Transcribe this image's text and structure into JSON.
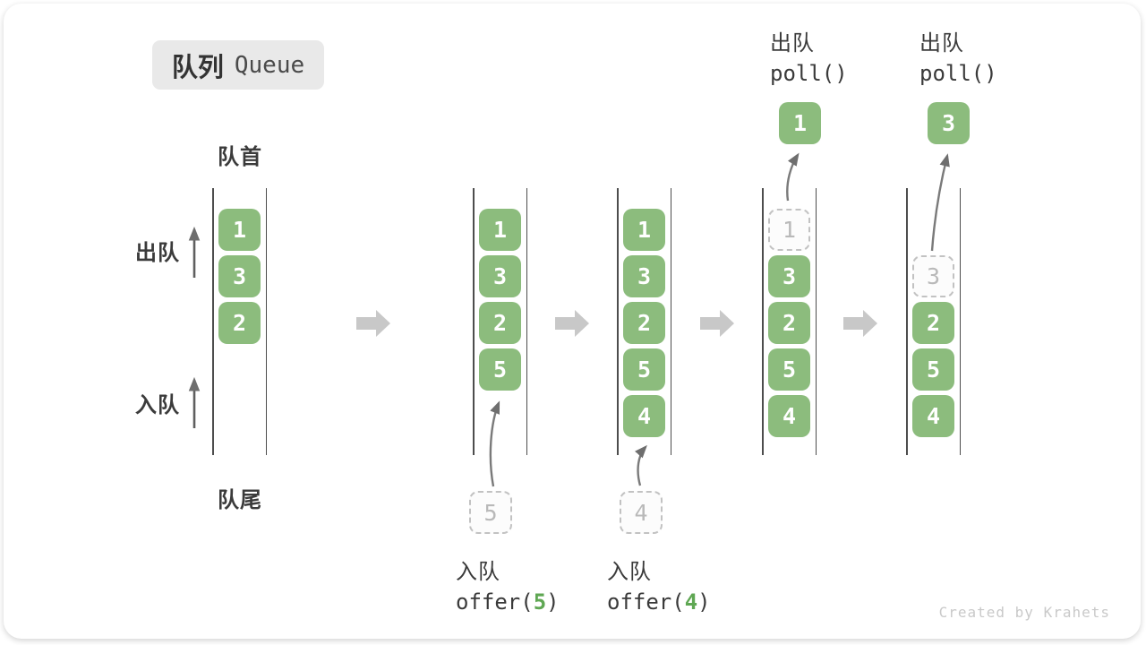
{
  "title": {
    "badge_cn": "队列",
    "badge_en": "Queue"
  },
  "side_labels": {
    "front": "队首",
    "rear": "队尾",
    "dequeue": "出队",
    "enqueue": "入队"
  },
  "colors": {
    "block_green": "#8cbc7d",
    "code_green": "#5fa753",
    "transition_arrow_gray": "#c8c8c8",
    "ghost_gray": "#b9b9b9",
    "wall_gray": "#4d4d4d"
  },
  "icons": {
    "transition_arrow": "thick right block arrow",
    "flow_arrow": "thin up arrow"
  },
  "states": [
    {
      "blocks": [
        "1",
        "3",
        "2"
      ]
    },
    {
      "blocks": [
        "1",
        "3",
        "2",
        "5"
      ],
      "incoming": "5",
      "op": {
        "label": "入队",
        "fn_pre": "offer(",
        "arg": "5",
        "fn_post": ")"
      }
    },
    {
      "blocks": [
        "1",
        "3",
        "2",
        "5",
        "4"
      ],
      "incoming": "4",
      "op": {
        "label": "入队",
        "fn_pre": "offer(",
        "arg": "4",
        "fn_post": ")"
      }
    },
    {
      "ghost": "1",
      "blocks": [
        "3",
        "2",
        "5",
        "4"
      ],
      "outgoing": "1",
      "op": {
        "label": "出队",
        "fn": "poll()"
      }
    },
    {
      "ghost": "3",
      "blocks": [
        "2",
        "5",
        "4"
      ],
      "outgoing": "3",
      "op": {
        "label": "出队",
        "fn": "poll()"
      }
    }
  ],
  "watermark": "Created by Krahets"
}
